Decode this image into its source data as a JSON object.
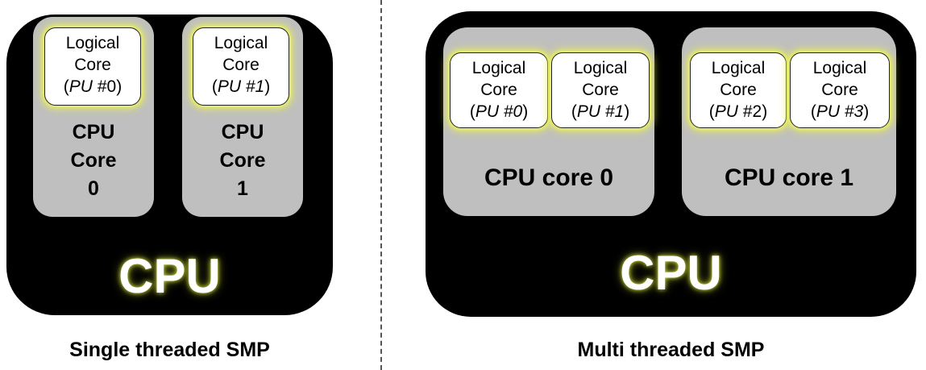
{
  "single": {
    "cpu_label": "CPU",
    "caption": "Single threaded SMP",
    "cores": [
      {
        "name_lines": [
          "CPU",
          "Core",
          "0"
        ],
        "logical": [
          {
            "line1": "Logical",
            "line2": "Core",
            "open": "(",
            "pu": "PU",
            "num": " #0",
            "close": ")"
          }
        ]
      },
      {
        "name_lines": [
          "CPU",
          "Core",
          "1"
        ],
        "logical": [
          {
            "line1": "Logical",
            "line2": "Core",
            "open": "(",
            "pu": "PU #1",
            "num": "",
            "close": ")"
          }
        ]
      }
    ]
  },
  "multi": {
    "cpu_label": "CPU",
    "caption": "Multi threaded SMP",
    "cores": [
      {
        "name": "CPU core 0",
        "logical": [
          {
            "line1": "Logical",
            "line2": "Core",
            "open": "(",
            "pu": "PU #0",
            "num": "",
            "close": ")"
          },
          {
            "line1": "Logical",
            "line2": "Core",
            "open": "(",
            "pu": "PU #1",
            "num": "",
            "close": ")"
          }
        ]
      },
      {
        "name": "CPU core 1",
        "logical": [
          {
            "line1": "Logical",
            "line2": "Core",
            "open": "(",
            "pu": "PU",
            "num": " #2",
            "close": ")"
          },
          {
            "line1": "Logical",
            "line2": "Core",
            "open": "(",
            "pu": "PU #3",
            "num": "",
            "close": ")"
          }
        ]
      }
    ]
  },
  "colors": {
    "cpu_fill": "#000000",
    "core_fill": "#bfbfbf",
    "logical_fill": "#ffffff",
    "glow": "#e5ec58"
  }
}
